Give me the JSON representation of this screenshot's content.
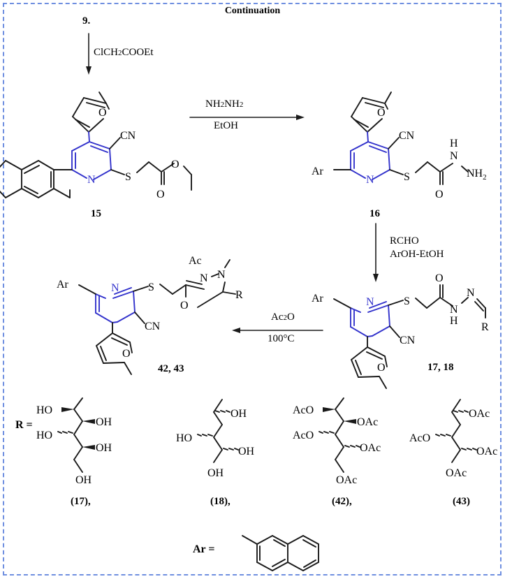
{
  "page": {
    "title": "Continuation",
    "border_color": "#6f8fe0",
    "ring_color": "#3333cc",
    "bond_color": "#1a1a1a"
  },
  "scheme": {
    "step_number": "9.",
    "steps": [
      {
        "id": "step-1",
        "reagent_top": "ClCH2COOEt",
        "reagent_bottom": "",
        "direction": "down"
      },
      {
        "id": "step-2",
        "reagent_top": "NH2NH2",
        "reagent_bottom": "EtOH",
        "direction": "right"
      },
      {
        "id": "step-3",
        "reagent_top": "RCHO",
        "reagent_bottom": "ArOH-EtOH",
        "direction": "down"
      },
      {
        "id": "step-4",
        "reagent_top": "Ac2O",
        "reagent_bottom": "100°C",
        "direction": "left"
      }
    ]
  },
  "structures": {
    "c15": {
      "label": "15",
      "atoms": {
        "cn": "CN",
        "s": "S",
        "n": "N",
        "o_ring": "O",
        "o_ester": "O",
        "o_carbonyl": "O"
      }
    },
    "c16": {
      "label": "16",
      "atoms": {
        "ar": "Ar",
        "cn": "CN",
        "s": "S",
        "n": "N",
        "o_ring": "O",
        "o_carbonyl": "O",
        "nh": "N",
        "h": "H",
        "nh2": "NH"
      },
      "nh2_sub": "2"
    },
    "c17_18": {
      "label": "17, 18",
      "atoms": {
        "ar": "Ar",
        "cn": "CN",
        "s": "S",
        "n": "N",
        "o_ring": "O",
        "o_carbonyl": "O",
        "nh": "N",
        "h": "H",
        "n_imine": "N",
        "r": "R"
      }
    },
    "c42_43": {
      "label": "42, 43",
      "atoms": {
        "ar": "Ar",
        "cn": "CN",
        "s": "S",
        "n": "N",
        "o_ring": "O",
        "ac": "Ac",
        "n1": "N",
        "n2": "N",
        "o_oxa": "O",
        "r": "R"
      }
    }
  },
  "definitions": {
    "r_label": "R =",
    "ar_label": "Ar =",
    "r_groups": [
      {
        "id": "r-17",
        "caption": "(17),",
        "substituents": [
          "HO",
          "OH",
          "HO",
          "OH",
          "OH"
        ]
      },
      {
        "id": "r-18",
        "caption": "(18),",
        "substituents": [
          "OH",
          "HO",
          "OH",
          "OH"
        ]
      },
      {
        "id": "r-42",
        "caption": "(42),",
        "substituents": [
          "AcO",
          "OAc",
          "AcO",
          "OAc",
          "OAc"
        ]
      },
      {
        "id": "r-43",
        "caption": "(43)",
        "substituents": [
          "OAc",
          "AcO",
          "OAc",
          "OAc"
        ]
      }
    ]
  }
}
